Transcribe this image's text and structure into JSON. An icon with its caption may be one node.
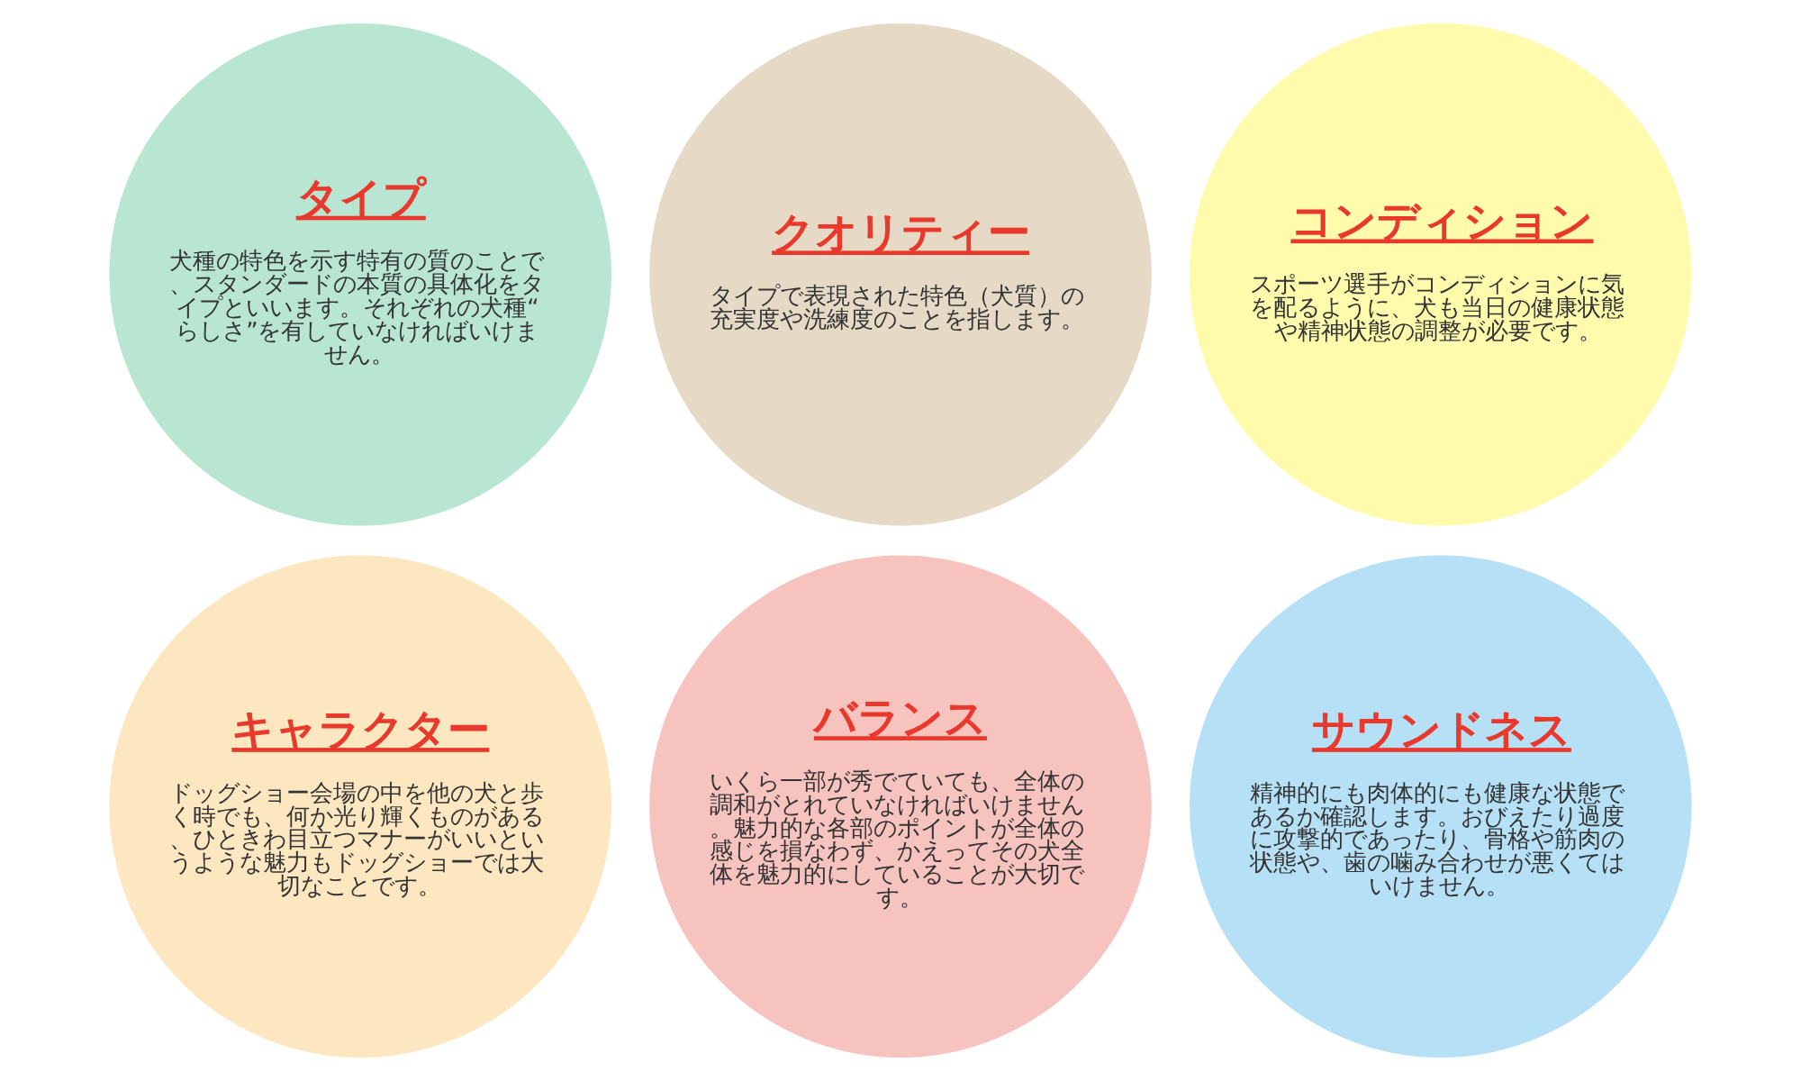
{
  "diagram": {
    "nodes": [
      {
        "text": [
          "タイプ",
          "犬種の特色を示す特有の質のことで、スタンダードの本質の具体化をタイプといいます。それぞれの犬種“らしさ”を有していなければいけません。"
        ]
      },
      {
        "text": [
          "クオリティー",
          "タイプで表現された特色（犬質）の充実度や洗練度のことを指します。"
        ]
      },
      {
        "text": [
          "コンディション",
          "スポーツ選手がコンディションに気を配るように、犬も当日の健康状態や精神状態の調整が必要です。"
        ]
      },
      {
        "text": [
          "キャラクター",
          "ドッグショー会場の中を他の犬と歩く時でも、何か光り輝くものがある、ひときわ目立つマナーがいいというような魅力もドッグショーでは大切なことです。"
        ]
      },
      {
        "text": [
          "バランス",
          "いくら一部が秀でていても、全体の調和がとれていなければいけません。魅力的な各部のポイントが全体の感じを損なわず、かえってその犬全体を魅力的にしていることが大切です。"
        ]
      },
      {
        "text": [
          "サウンドネス",
          "精神的にも肉体的にも健康な状態であるか確認します。おびえたり過度に攻撃的であったり、骨格や筋肉の状態や、歯の噛み合わせが悪くてはいけません。"
        ]
      }
    ]
  }
}
